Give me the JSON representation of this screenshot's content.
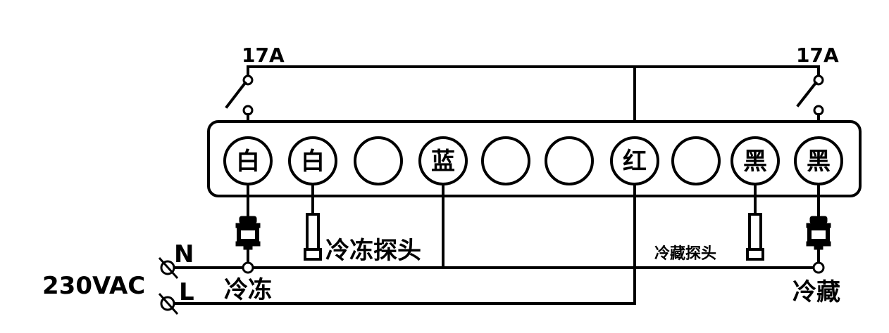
{
  "relays": {
    "left_rating": "17A",
    "right_rating": "17A"
  },
  "terminals": [
    {
      "label": "白"
    },
    {
      "label": "白"
    },
    {
      "label": ""
    },
    {
      "label": "蓝"
    },
    {
      "label": ""
    },
    {
      "label": ""
    },
    {
      "label": "红"
    },
    {
      "label": ""
    },
    {
      "label": "黑"
    },
    {
      "label": "黑"
    }
  ],
  "power": {
    "voltage": "230VAC",
    "neutral": "N",
    "line": "L"
  },
  "labels": {
    "freeze_probe": "冷冻探头",
    "chill_probe": "冷藏探头",
    "freeze": "冷冻",
    "chill": "冷藏"
  }
}
